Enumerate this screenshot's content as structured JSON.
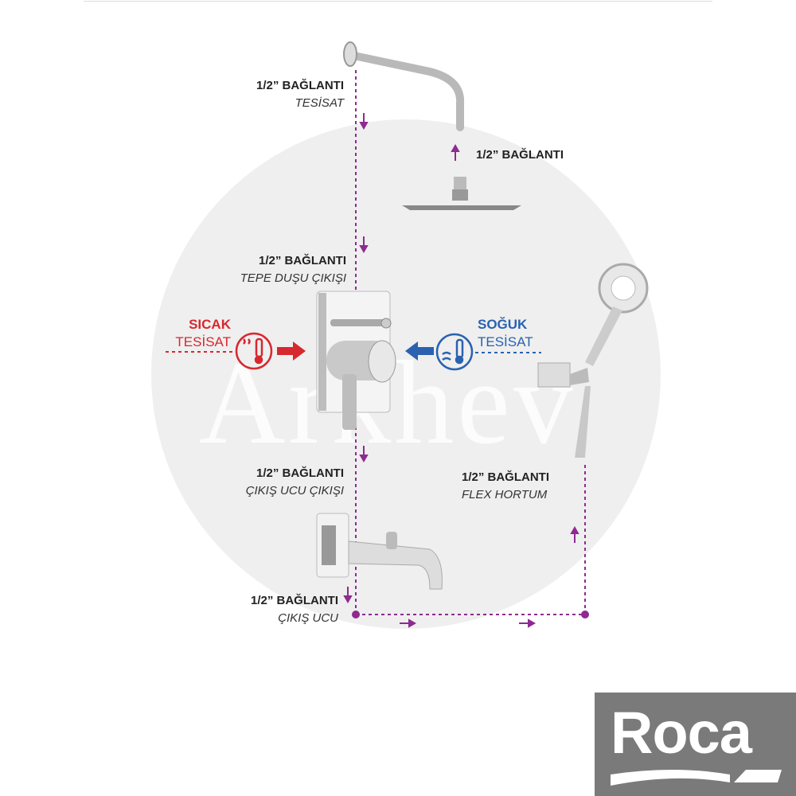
{
  "labels": {
    "tesisat_top": {
      "title": "1/2” BAĞLANTI",
      "sub": "TESİSAT"
    },
    "head_connection": {
      "title": "1/2” BAĞLANTI"
    },
    "tepe_dusu": {
      "title": "1/2” BAĞLANTI",
      "sub": "TEPE DUŞU ÇIKIŞI"
    },
    "sicak": {
      "title": "SICAK",
      "sub": "TESİSAT"
    },
    "soguk": {
      "title": "SOĞUK",
      "sub": "TESİSAT"
    },
    "cikis_ucu_cikisi": {
      "title": "1/2” BAĞLANTI",
      "sub": "ÇIKIŞ UCU ÇIKIŞI"
    },
    "flex_hortum": {
      "title": "1/2” BAĞLANTI",
      "sub": "FLEX HORTUM"
    },
    "cikis_ucu": {
      "title": "1/2” BAĞLANTI",
      "sub": "ÇIKIŞ UCU"
    }
  },
  "watermark": "Arkhev",
  "logo": "Roca",
  "colors": {
    "purple": "#8e2a90",
    "hot": "#d7282f",
    "cold": "#2a62b0",
    "circle": "#efefef",
    "logo_bg": "#7a7a7a"
  }
}
